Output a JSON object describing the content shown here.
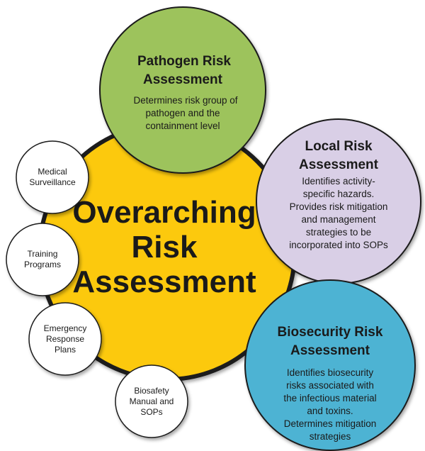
{
  "colors": {
    "center": "#fcc90a",
    "pathogen": "#9dc35c",
    "local": "#d9cfe6",
    "biosecurity": "#4db3d3",
    "small": "#ffffff",
    "outline": "#1a1a1a"
  },
  "center": {
    "lines": [
      "Overarching",
      "Risk",
      "Assessment"
    ]
  },
  "pathogen": {
    "title": [
      "Pathogen Risk",
      "Assessment"
    ],
    "body": [
      "Determines risk group of",
      "pathogen and the",
      "containment level"
    ]
  },
  "local": {
    "title": [
      "Local Risk",
      "Assessment"
    ],
    "body": [
      "Identifies activity-",
      "specific hazards.",
      "Provides risk mitigation",
      "and management",
      "strategies to be",
      "incorporated into SOPs"
    ]
  },
  "biosecurity": {
    "title": [
      "Biosecurity Risk",
      "Assessment"
    ],
    "body": [
      "Identifies biosecurity",
      "risks associated with",
      "the infectious material",
      "and toxins.",
      "Determines mitigation",
      "strategies"
    ]
  },
  "small": [
    {
      "lines": [
        "Medical",
        "Surveillance"
      ]
    },
    {
      "lines": [
        "Training",
        "Programs"
      ]
    },
    {
      "lines": [
        "Emergency",
        "Response",
        "Plans"
      ]
    },
    {
      "lines": [
        "Biosafety",
        "Manual and",
        "SOPs"
      ]
    }
  ]
}
